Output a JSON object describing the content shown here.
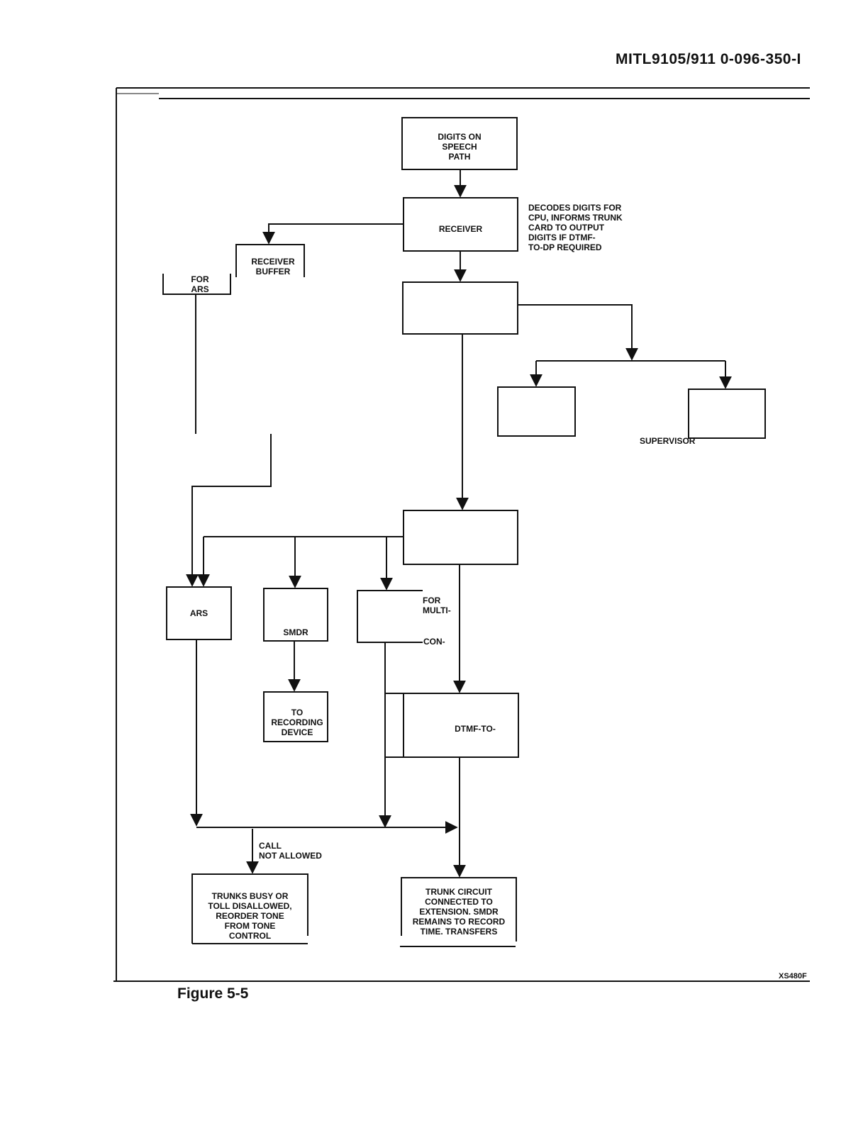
{
  "header": {
    "doc_id": "MITL9105/911 0-096-350-I"
  },
  "nodes": {
    "digits_on_speech_path": "DIGITS ON\nSPEECH\nPATH",
    "receiver": "RECEIVER",
    "receiver_note": "DECODES DIGITS FOR\nCPU, INFORMS TRUNK\nCARD TO OUTPUT\nDIGITS IF DTMF-\nTO-DP REQUIRED",
    "receiver_buffer": "RECEIVER\nBUFFER",
    "for_ars": "FOR\nARS",
    "supervisor": "SUPERVISOR",
    "ars": "ARS",
    "smdr": "SMDR",
    "for_multi": "FOR\nMULTI-",
    "con": "CON-",
    "to_recording_device": "TO\nRECORDING\nDEVICE",
    "dtmf_to": "DTMF-TO-",
    "call_not_allowed": "CALL\nNOT ALLOWED",
    "trunks_busy": "TRUNKS BUSY OR\nTOLL DISALLOWED,\nREORDER TONE\nFROM TONE\nCONTROL",
    "trunk_circuit": "TRUNK CIRCUIT\nCONNECTED TO\nEXTENSION. SMDR\nREMAINS TO RECORD\nTIME. TRANSFERS"
  },
  "footer": {
    "caption": "Figure 5-5",
    "code": "XS480F"
  }
}
